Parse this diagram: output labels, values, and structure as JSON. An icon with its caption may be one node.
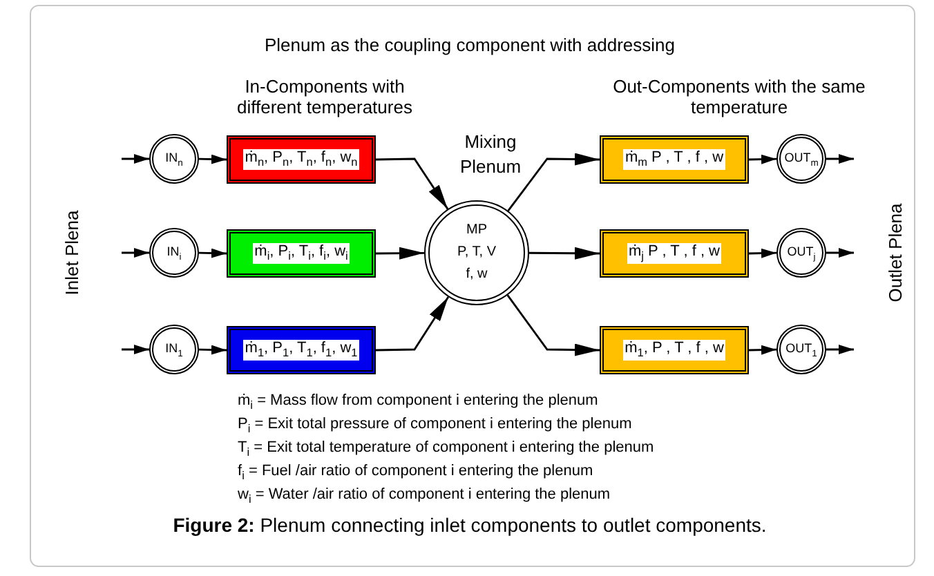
{
  "diagram": {
    "title": "Plenum as the coupling component with addressing",
    "caption": "**Figure 2:** Plenum connecting inlet components to outlet components.",
    "nodes": [
      {
        "text": [
          "IN$_{n}$"
        ]
      },
      {
        "text": [
          "ṁ$_{n}$, P$_{n}$, T$_{n}$, f$_{n}$, w$_{n}$"
        ]
      },
      {
        "text": [
          "IN$_{i}$"
        ]
      },
      {
        "text": [
          "ṁ$_{i}$, P$_{i}$, T$_{i}$, f$_{i}$, w$_{i}$"
        ]
      },
      {
        "text": [
          "IN$_{1}$"
        ]
      },
      {
        "text": [
          "ṁ$_{1}$, P$_{1}$, T$_{1}$, f$_{1}$, w$_{1}$"
        ]
      },
      {
        "text": [
          "MP",
          "P, T, V",
          "f, w"
        ],
        "beside": [
          "Mixing Plenum"
        ]
      },
      {
        "text": [
          "ṁ$_{m}$ P , T , f , w"
        ]
      },
      {
        "text": [
          "OUT$_{m}$"
        ]
      },
      {
        "text": [
          "ṁ$_{j}$ P , T , f , w"
        ]
      },
      {
        "text": [
          "OUT$_{j}$"
        ]
      },
      {
        "text": [
          "ṁ$_{1}$, P , T , f , w"
        ]
      },
      {
        "text": [
          "OUT$_{1}$"
        ]
      }
    ],
    "edges": [
      {
        "from": null,
        "to": 0,
        "arrow": "to"
      },
      {
        "from": 0,
        "to": 1,
        "arrow": "to"
      },
      {
        "from": 1,
        "to": 6,
        "arrow": "to"
      },
      {
        "from": null,
        "to": 2,
        "arrow": "to"
      },
      {
        "from": 2,
        "to": 3,
        "arrow": "to"
      },
      {
        "from": 3,
        "to": 6,
        "arrow": "to"
      },
      {
        "from": null,
        "to": 4,
        "arrow": "to"
      },
      {
        "from": 4,
        "to": 5,
        "arrow": "to"
      },
      {
        "from": 5,
        "to": 6,
        "arrow": "to"
      },
      {
        "from": 6,
        "to": 7,
        "arrow": "to"
      },
      {
        "from": 7,
        "to": 8,
        "arrow": "to"
      },
      {
        "from": 8,
        "to": null,
        "arrow": "to"
      },
      {
        "from": 6,
        "to": 9,
        "arrow": "to"
      },
      {
        "from": 9,
        "to": 10,
        "arrow": "to"
      },
      {
        "from": 10,
        "to": null,
        "arrow": "to"
      },
      {
        "from": 6,
        "to": 11,
        "arrow": "to"
      },
      {
        "from": 11,
        "to": 12,
        "arrow": "to"
      },
      {
        "from": 12,
        "to": null,
        "arrow": "to"
      }
    ],
    "labels": [
      "In-Components with different temperatures",
      "Out-Components with the same temperature",
      "Inlet Plena",
      "Outlet Plena",
      "ṁ$_{i}$ = Mass flow from component i entering the plenum",
      "P$_{i}$ = Exit total pressure of component i entering the plenum",
      "T$_{i}$ = Exit total temperature of component i entering the plenum",
      "f$_{i}$ = Fuel /air ratio of component i entering the plenum",
      "w$_{i}$ = Water /air ratio of component i entering the plenum"
    ]
  }
}
